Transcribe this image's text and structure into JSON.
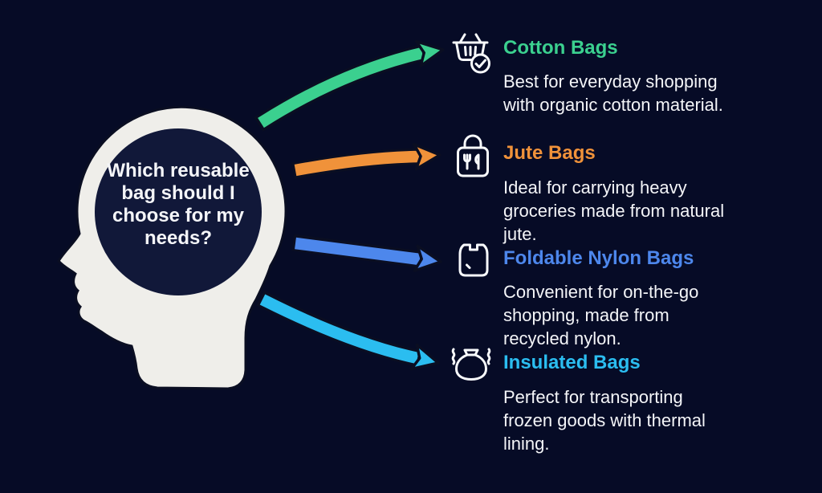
{
  "palette": {
    "bg": "#060b26",
    "head_fill": "#efeeea",
    "brain_fill": "#111839",
    "text": "#f4f5f8",
    "outline": "#0a0e22",
    "icon": "#f8fafc"
  },
  "head": {
    "question": "Which reusable\nbag should I\nchoose for my\nneeds?"
  },
  "items": [
    {
      "title": "Cotton Bags",
      "color": "#3bd08f",
      "icon": "shopping-basket-check-icon",
      "description": "Best for everyday shopping\nwith organic cotton material."
    },
    {
      "title": "Jute Bags",
      "color": "#f0923a",
      "icon": "tote-bag-cutlery-icon",
      "description": "Ideal for carrying heavy\ngroceries made from natural\njute."
    },
    {
      "title": "Foldable Nylon Bags",
      "color": "#4d87ec",
      "icon": "plastic-bag-icon",
      "description": "Convenient for on-the-go\nshopping, made from\nrecycled nylon."
    },
    {
      "title": "Insulated Bags",
      "color": "#2bbdf0",
      "icon": "insulated-sack-icon",
      "description": "Perfect for transporting\nfrozen goods with thermal\nlining."
    }
  ]
}
